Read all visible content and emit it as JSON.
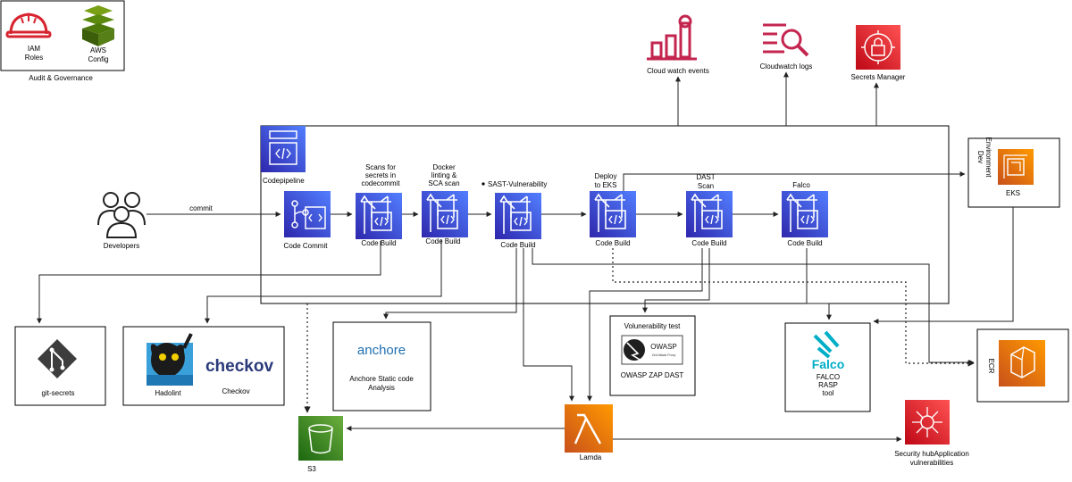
{
  "audit_box": {
    "caption": "Audit & Governance",
    "iam_label_1": "IAM",
    "iam_label_2": "Roles",
    "config_label_1": "AWS",
    "config_label_2": "Config"
  },
  "top_services": {
    "cloudwatch_events": "Cloud watch events",
    "cloudwatch_logs": "Cloudwatch logs",
    "secrets_manager": "Secrets Manager"
  },
  "pipeline": {
    "title": "Codepipeline",
    "commit_label": "commit",
    "developers": "Developers",
    "code_commit": "Code Commit",
    "stages": [
      {
        "label": "Code Build",
        "caption_lines": [
          "Scans for",
          "secrets in",
          "codecommit"
        ]
      },
      {
        "label": "Code Build",
        "caption_lines": [
          "Docker",
          "linting &",
          "SCA scan"
        ]
      },
      {
        "label": "Code Build",
        "caption_lines": [
          "SAST-Vulnerability"
        ]
      },
      {
        "label": "Code Build",
        "caption_lines": [
          "Deploy",
          "to EKS"
        ]
      },
      {
        "label": "Code Build",
        "caption_lines": [
          "DAST",
          "Scan"
        ]
      },
      {
        "label": "Code Build",
        "caption_lines": [
          "Falco"
        ]
      }
    ]
  },
  "eks_box": {
    "env_line_1": "Dev",
    "env_line_2": "Environment",
    "label": "EKS"
  },
  "tools": {
    "git_secrets": "git-secrets",
    "hadolint": "Hadolint",
    "checkov_logo": "checkov",
    "checkov": "Checkov",
    "anchore_logo": "anchore",
    "anchore_1": "Anchore Static code",
    "anchore_2": "Analysis",
    "vuln_test": "Volunerability test",
    "owasp_logo": "OWASP",
    "owasp_sub": "Zed Attack Proxy",
    "owasp_label": "OWASP ZAP DAST",
    "falco_logo": "Falco",
    "falco_1": "FALCO",
    "falco_2": "RASP",
    "falco_3": "tool",
    "ecr": "ECR",
    "s3": "S3",
    "lambda": "Lamda",
    "security_hub_1": "Security hubApplication",
    "security_hub_2": "vulnerabilities"
  },
  "colors": {
    "codesuite_blue": "#2e3fd4",
    "security_red": "#d7242f",
    "management_pink": "#c3254f",
    "storage_green": "#3f9b1e",
    "compute_orange": "#e8740f"
  }
}
